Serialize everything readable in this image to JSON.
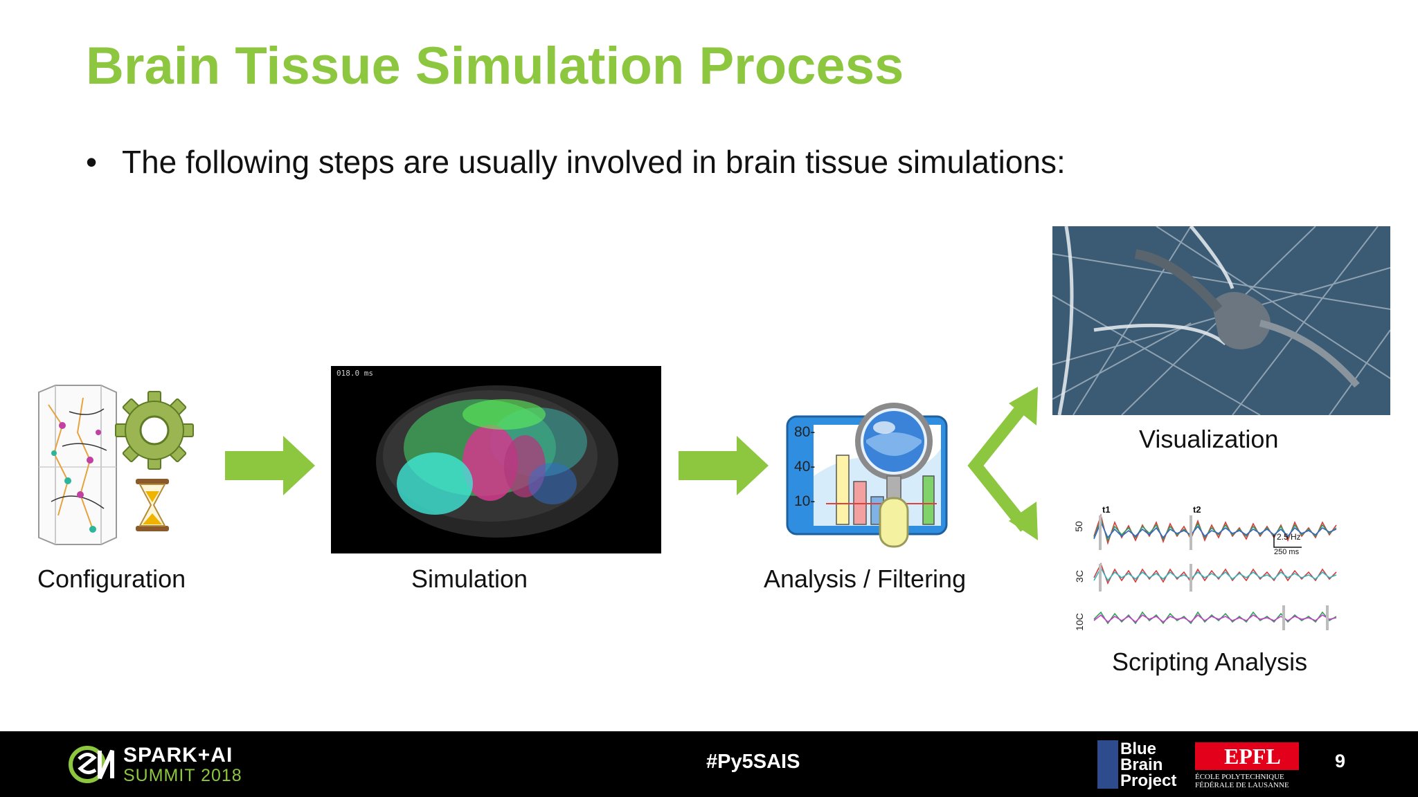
{
  "title": "Brain Tissue Simulation Process",
  "bullet": "The following steps are usually involved in brain tissue simulations:",
  "steps": {
    "configuration": "Configuration",
    "simulation": "Simulation",
    "analysis": "Analysis / Filtering",
    "visualization": "Visualization",
    "scripting": "Scripting Analysis"
  },
  "simulation_timestamp": "018.0 ms",
  "analysis_icon": {
    "ticks": [
      "80-",
      "40-",
      "10-"
    ]
  },
  "scripting_plot": {
    "row_labels": [
      "50",
      "3C",
      "10C"
    ],
    "markers": [
      "t1",
      "t2"
    ],
    "scale": [
      "2.5 Hz",
      "250 ms"
    ]
  },
  "footer": {
    "brand_line1": "SPARK+AI",
    "brand_line2": "SUMMIT 2018",
    "hashtag": "#Py5SAIS",
    "bbp": "Blue\nBrain\nProject",
    "epfl": "EPFL",
    "epfl_sub": "ÉCOLE POLYTECHNIQUE\nFÉDÉRALE DE LAUSANNE",
    "page_number": "9"
  },
  "colors": {
    "accent": "#8DC63F",
    "footer_bg": "#000000",
    "text": "#111111",
    "epfl_red": "#E2001A"
  },
  "icons": [
    "neuron-column",
    "gear-icon",
    "hourglass-icon",
    "bar-chart-icon",
    "magnifier-icon",
    "arrow-right-icon",
    "fork-arrow-icon"
  ]
}
